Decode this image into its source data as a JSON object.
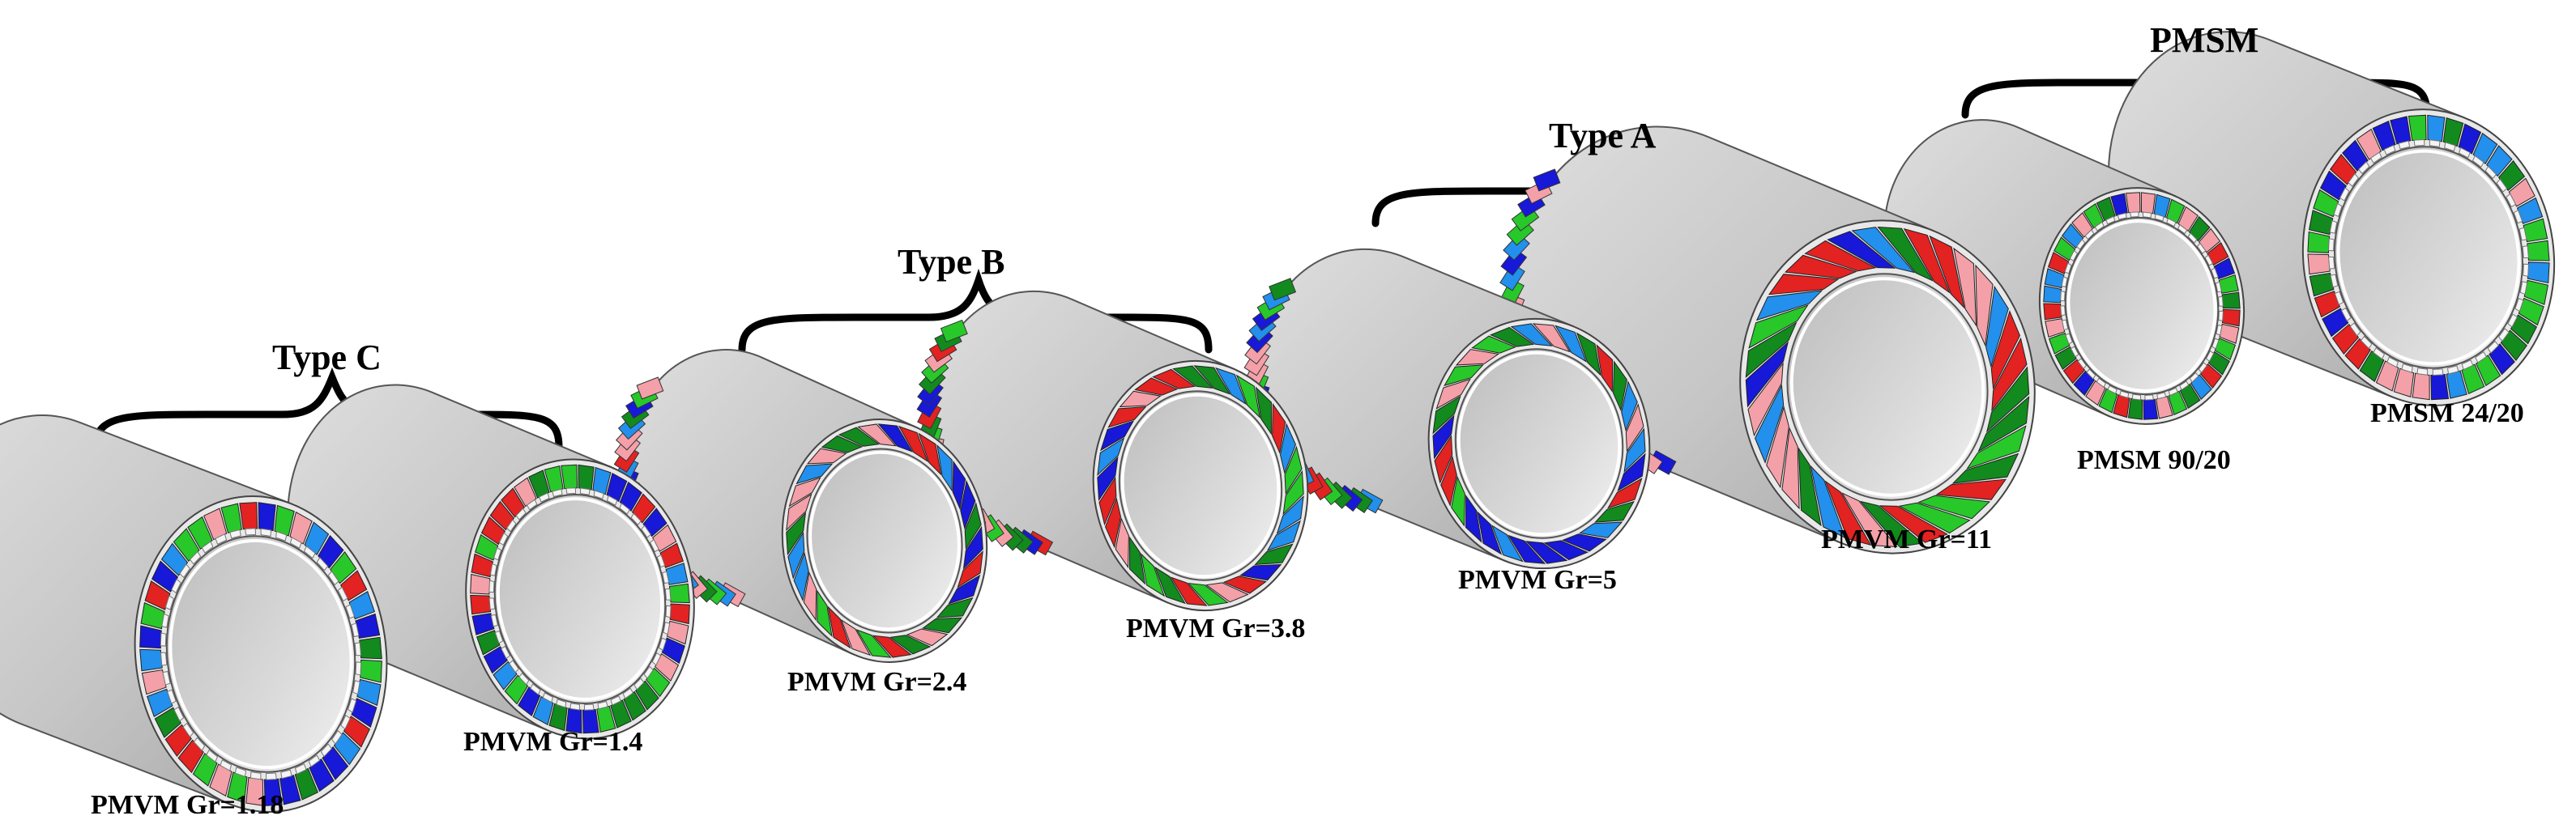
{
  "groups": [
    {
      "id": "type-c",
      "label": "Type C"
    },
    {
      "id": "type-b",
      "label": "Type B"
    },
    {
      "id": "type-a",
      "label": "Type A"
    },
    {
      "id": "pmsm",
      "label": "PMSM"
    }
  ],
  "machines": [
    {
      "id": "gr118",
      "label": "PMVM Gr=1.18",
      "style": "ring",
      "seed": 1
    },
    {
      "id": "gr14",
      "label": "PMVM Gr=1.4",
      "style": "ring",
      "seed": 2
    },
    {
      "id": "gr24",
      "label": "PMVM Gr=2.4",
      "style": "skew",
      "seed": 3
    },
    {
      "id": "gr38",
      "label": "PMVM Gr=3.8",
      "style": "skew",
      "seed": 4
    },
    {
      "id": "gr5",
      "label": "PMVM Gr=5",
      "style": "skew",
      "seed": 5
    },
    {
      "id": "gr11",
      "label": "PMVM Gr=11",
      "style": "wide",
      "seed": 6
    },
    {
      "id": "pmsm9020",
      "label": "PMSM 90/20",
      "style": "ring",
      "seed": 7
    },
    {
      "id": "pmsm2420",
      "label": "PMSM 24/20",
      "style": "ring",
      "seed": 8
    }
  ],
  "colors": {
    "shell_light": "#dedede",
    "shell_mid": "#c6c6c6",
    "shell_dark": "#a9a9a9",
    "red": "#e32222",
    "pink": "#f4a0a8",
    "green": "#28c82a",
    "dark_green": "#128a1e",
    "blue": "#1818d8",
    "light_blue": "#2290ec"
  }
}
